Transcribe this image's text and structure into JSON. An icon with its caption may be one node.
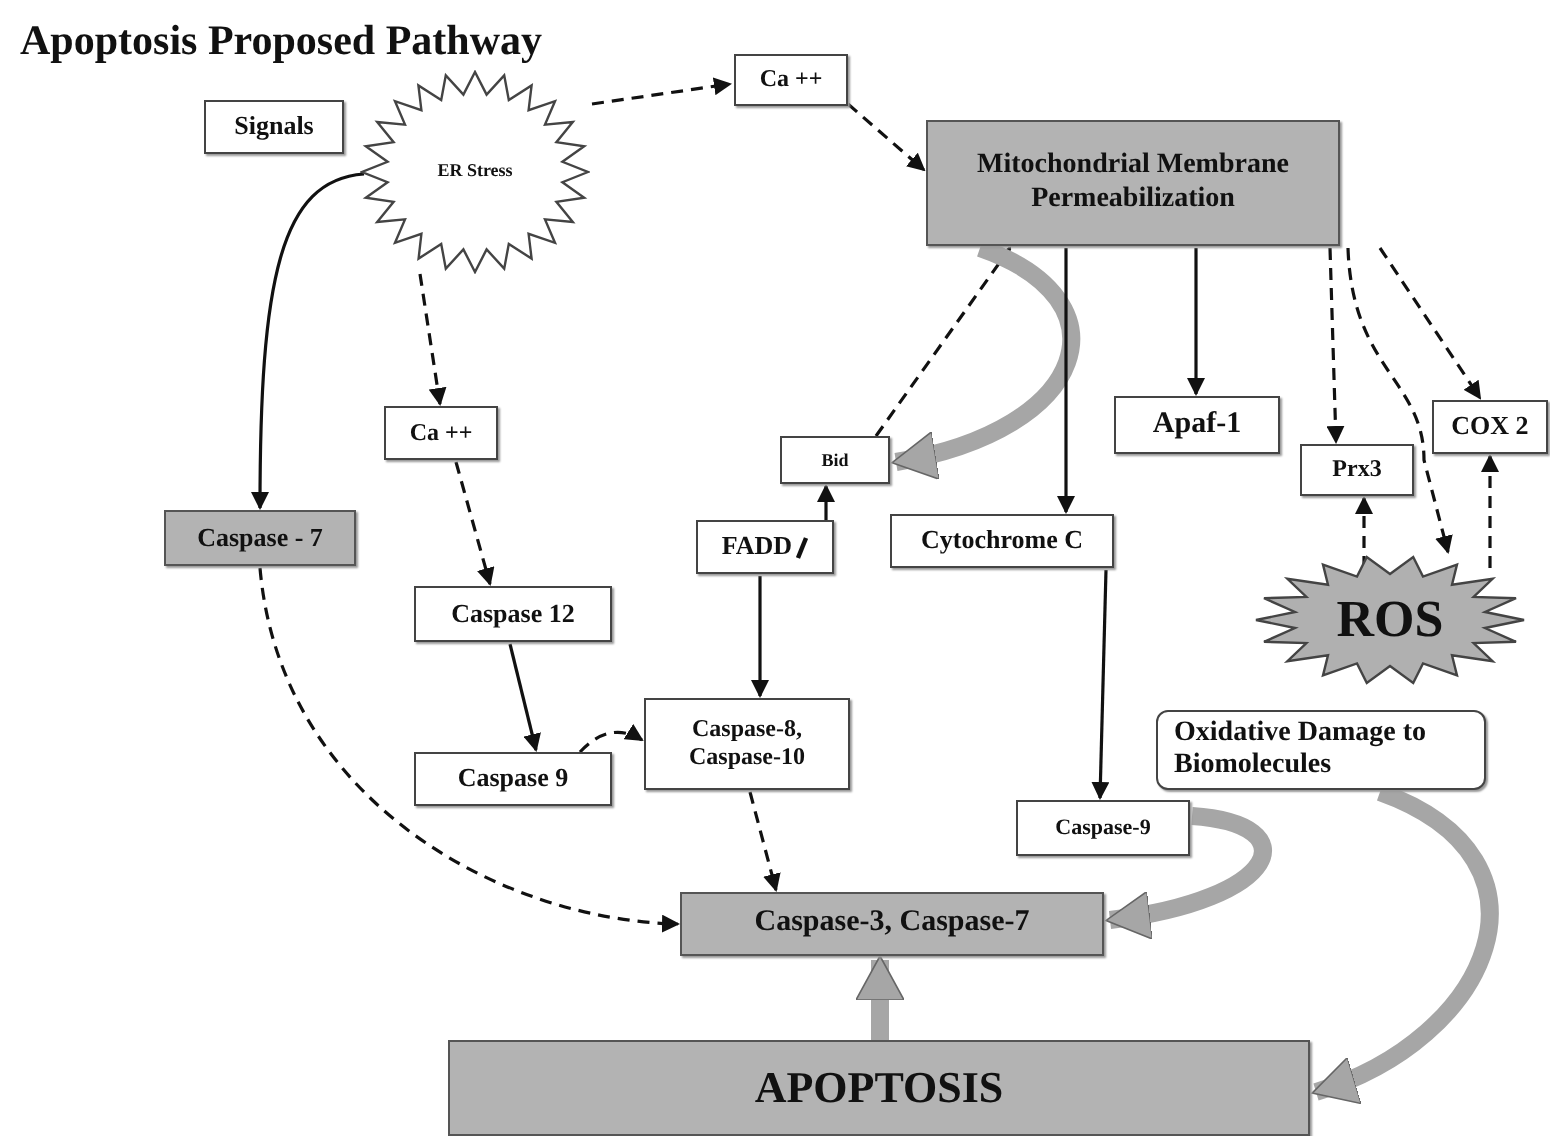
{
  "diagram": {
    "title": "Apoptosis Proposed Pathway",
    "nodes": [
      {
        "text": [
          "Signals"
        ]
      },
      {
        "text": [
          "ER Stress"
        ]
      },
      {
        "text": [
          "Ca ++"
        ]
      },
      {
        "text": [
          "Mitochondrial Membrane Permeabilization"
        ]
      },
      {
        "text": [
          "Ca ++"
        ]
      },
      {
        "text": [
          "Caspase - 7"
        ]
      },
      {
        "text": [
          "Bid"
        ]
      },
      {
        "text": [
          "FADD"
        ]
      },
      {
        "text": [
          "Cytochrome C"
        ]
      },
      {
        "text": [
          "Apaf-1"
        ]
      },
      {
        "text": [
          "Prx3"
        ]
      },
      {
        "text": [
          "COX 2"
        ]
      },
      {
        "text": [
          "ROS"
        ]
      },
      {
        "text": [
          "Caspase 12"
        ]
      },
      {
        "text": [
          "Caspase 9"
        ]
      },
      {
        "text": [
          "Caspase-8, Caspase-10"
        ]
      },
      {
        "text": [
          "Oxidative Damage to Biomolecules"
        ]
      },
      {
        "text": [
          "Caspase-9"
        ]
      },
      {
        "text": [
          "Caspase-3, Caspase-7"
        ]
      },
      {
        "text": [
          "APOPTOSIS"
        ]
      }
    ],
    "edges": [
      {
        "from": 1,
        "to": 2,
        "arrow": "to",
        "style": "dashed"
      },
      {
        "from": 2,
        "to": 3,
        "arrow": "to",
        "style": "dashed"
      },
      {
        "from": 1,
        "to": 5,
        "arrow": "to"
      },
      {
        "from": 1,
        "to": 4,
        "arrow": "to",
        "style": "dashed"
      },
      {
        "from": 4,
        "to": 13,
        "arrow": "to",
        "style": "dashed"
      },
      {
        "from": 13,
        "to": 14,
        "arrow": "to"
      },
      {
        "from": 14,
        "to": 15,
        "arrow": "to",
        "style": "dashed"
      },
      {
        "from": 7,
        "to": 6,
        "arrow": "to"
      },
      {
        "from": 7,
        "to": 15,
        "arrow": "to"
      },
      {
        "from": 6,
        "to": 3,
        "arrow": "to",
        "style": "dashed"
      },
      {
        "from": 3,
        "to": 6,
        "arrow": "to",
        "style": "thick",
        "color": "#a6a6a6"
      },
      {
        "from": 3,
        "to": 8,
        "arrow": "to"
      },
      {
        "from": 3,
        "to": 9,
        "arrow": "to"
      },
      {
        "from": 3,
        "to": 10,
        "arrow": "to",
        "style": "dashed"
      },
      {
        "from": 3,
        "to": 12,
        "arrow": "to",
        "style": "dashed"
      },
      {
        "from": 3,
        "to": 11,
        "arrow": "to",
        "style": "dashed"
      },
      {
        "from": 12,
        "to": 10,
        "arrow": "to",
        "style": "dashed"
      },
      {
        "from": 12,
        "to": 11,
        "arrow": "to",
        "style": "dashed"
      },
      {
        "from": 8,
        "to": 17,
        "arrow": "to"
      },
      {
        "from": 17,
        "to": 18,
        "arrow": "to",
        "style": "thick",
        "color": "#a6a6a6"
      },
      {
        "from": 16,
        "to": 19,
        "arrow": "to",
        "style": "thick",
        "color": "#a6a6a6"
      },
      {
        "from": 15,
        "to": 18,
        "arrow": "to",
        "style": "dashed"
      },
      {
        "from": 5,
        "to": 18,
        "arrow": "to",
        "style": "dashed"
      },
      {
        "from": 19,
        "to": 18,
        "arrow": "to",
        "style": "thick",
        "color": "#a6a6a6"
      }
    ]
  }
}
